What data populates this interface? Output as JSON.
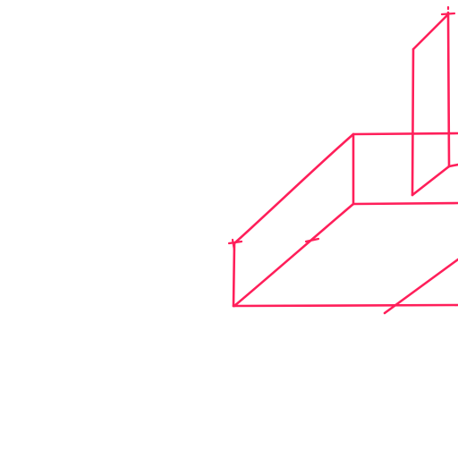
{
  "figure": {
    "description_kind": "hand-drawn isometric sketch",
    "stroke_color": "#ff1f5a",
    "background_color": "#ffffff",
    "elements": [
      {
        "name": "base-slab",
        "kind": "box outline"
      },
      {
        "name": "vertical-panel",
        "kind": "thin plate"
      },
      {
        "name": "tick-marks",
        "kind": "dimension ticks"
      }
    ]
  }
}
